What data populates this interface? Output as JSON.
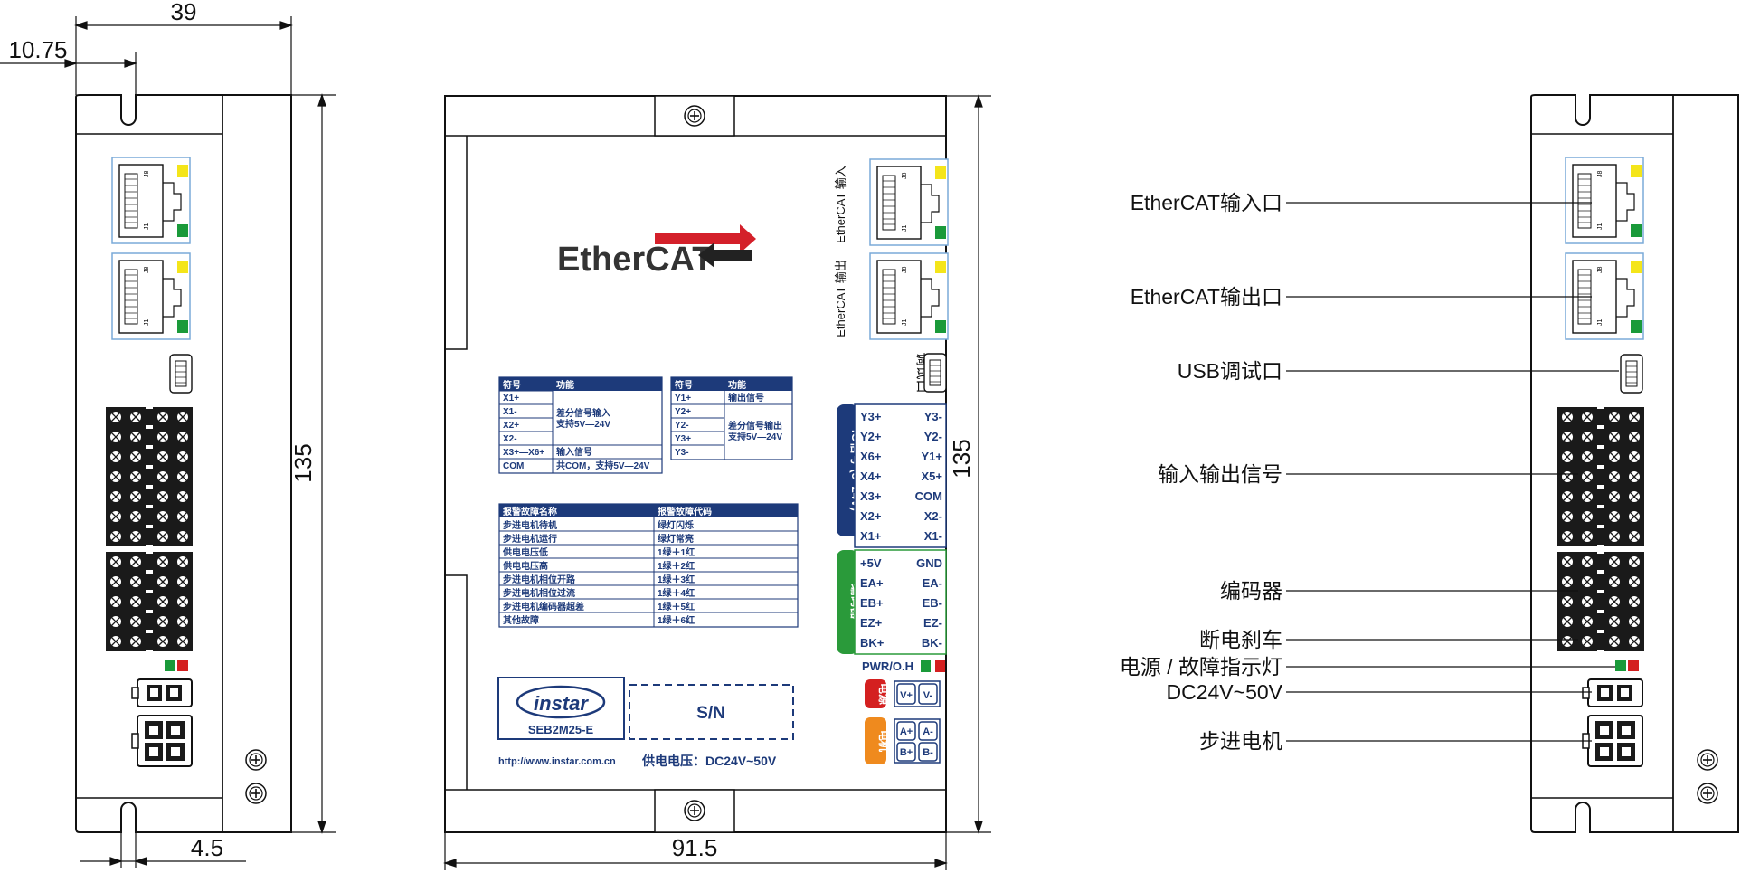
{
  "dimensions": {
    "top_width": "39",
    "offset": "10.75",
    "height_left": "135",
    "bottom_offset": "4.5",
    "front_width": "91.5",
    "height_front": "135"
  },
  "brand": {
    "ethercat_logo": "EtherCAT",
    "instar_logo": "instar",
    "model": "SEB2M25-E",
    "sn_label": "S/N",
    "website": "http://www.instar.com.cn",
    "supply_voltage": "供电电压：DC24V~50V"
  },
  "port_labels": {
    "ethercat_in": "EtherCAT 输入",
    "ethercat_out": "EtherCAT 输出",
    "debug": "调试口",
    "io_section": "IO信号 (5~24V)",
    "encoder_section": "编码器",
    "pwr_oh": "PWR/O.H",
    "power_tag": "电源",
    "motor_tag": "电机"
  },
  "io_pins": {
    "left": [
      "Y3+",
      "Y2+",
      "X6+",
      "X4+",
      "X3+",
      "X2+",
      "X1+"
    ],
    "right": [
      "Y3-",
      "Y2-",
      "Y1+",
      "X5+",
      "COM",
      "X2-",
      "X1-"
    ]
  },
  "encoder_pins": {
    "left": [
      "+5V",
      "EA+",
      "EB+",
      "EZ+",
      "BK+"
    ],
    "right": [
      "GND",
      "EA-",
      "EB-",
      "EZ-",
      "BK-"
    ]
  },
  "power_pins": [
    "V+",
    "V-"
  ],
  "motor_pins": [
    "A+",
    "A-",
    "B+",
    "B-"
  ],
  "input_table": {
    "headers": [
      "符号",
      "功能"
    ],
    "symbols": [
      "X1+",
      "X1-",
      "X2+",
      "X2-",
      "X3+—X6+",
      "COM"
    ],
    "functions": [
      "差分信号输入",
      "支持5V—24V",
      "输入信号",
      "共COM，支持5V—24V"
    ]
  },
  "output_table": {
    "headers": [
      "符号",
      "功能"
    ],
    "symbols": [
      "Y1+",
      "Y2+",
      "Y2-",
      "Y3+",
      "Y3-"
    ],
    "functions": [
      "输出信号",
      "差分信号输出",
      "支持5V—24V"
    ]
  },
  "alarm_table": {
    "headers": [
      "报警故障名称",
      "报警故障代码"
    ],
    "rows": [
      [
        "步进电机待机",
        "绿灯闪烁"
      ],
      [
        "步进电机运行",
        "绿灯常亮"
      ],
      [
        "供电电压低",
        "1绿＋1红"
      ],
      [
        "供电电压高",
        "1绿＋2红"
      ],
      [
        "步进电机相位开路",
        "1绿＋3红"
      ],
      [
        "步进电机相位过流",
        "1绿＋4红"
      ],
      [
        "步进电机编码器超差",
        "1绿＋5红"
      ],
      [
        "其他故障",
        "1绿＋6红"
      ]
    ]
  },
  "callouts": [
    "EtherCAT输入口",
    "EtherCAT输出口",
    "USB调试口",
    "输入输出信号",
    "编码器",
    "断电刹车",
    "电源 / 故障指示灯",
    "DC24V~50V",
    "步进电机"
  ],
  "colors": {
    "navy": "#1d3a7a",
    "led_yellow": "#f4e51a",
    "led_green": "#1a9a3a",
    "led_red": "#d42020",
    "ethercat_red": "#d4202a",
    "encoder_green": "#2a9a3a",
    "tag_red": "#d42020",
    "tag_orange": "#ef8a1e",
    "port_blue": "#7aaad8"
  }
}
